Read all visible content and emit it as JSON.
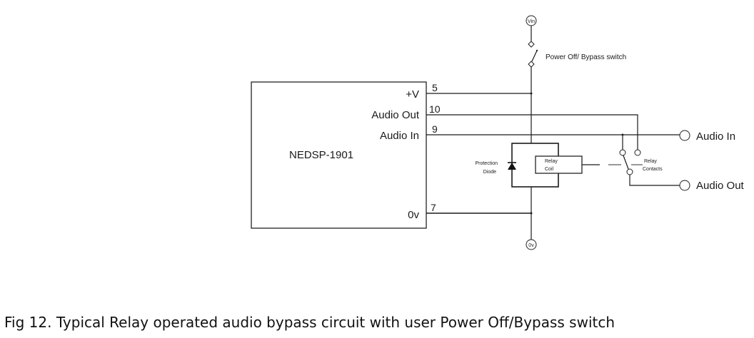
{
  "diagram": {
    "chip": {
      "name": "NEDSP-1901",
      "pins": [
        {
          "label": "+V",
          "number": "5"
        },
        {
          "label": "Audio Out",
          "number": "10"
        },
        {
          "label": "Audio In",
          "number": "9"
        },
        {
          "label": "0v",
          "number": "7"
        }
      ]
    },
    "supply": {
      "vin_label": "Vin",
      "ground_label": "0v"
    },
    "power_switch_label": "Power Off/ Bypass switch",
    "protection_diode_label": [
      "Protection",
      "Diode"
    ],
    "relay_coil_label": [
      "Relay",
      "Coil"
    ],
    "relay_contacts_label": [
      "Relay",
      "Contacts"
    ],
    "outputs": [
      {
        "label": "Audio In"
      },
      {
        "label": "Audio Out"
      }
    ]
  },
  "caption": "Fig 12. Typical Relay operated audio bypass circuit with user Power Off/Bypass switch"
}
